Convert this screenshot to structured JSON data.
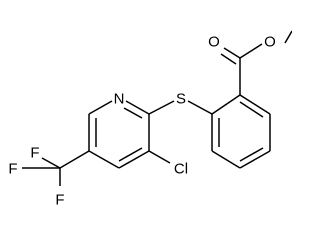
{
  "molecule": {
    "atoms": {
      "sulfur": "S",
      "ring_nitrogen": "N",
      "chlorine": "Cl",
      "carbonyl_oxygen": "O",
      "ester_oxygen": "O",
      "fluorine_top": "F",
      "fluorine_left": "F",
      "fluorine_bottom": "F"
    }
  }
}
